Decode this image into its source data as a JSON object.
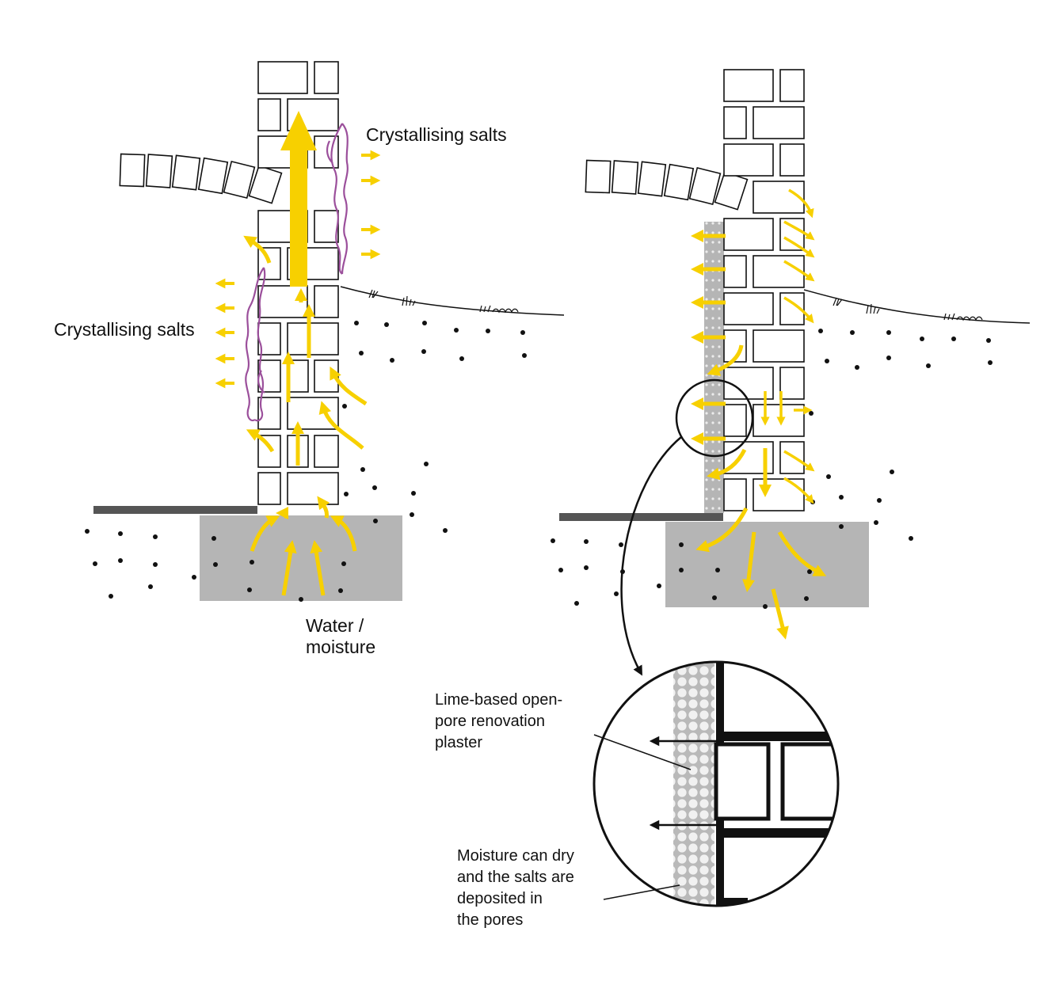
{
  "labels": {
    "salts_right": "Crystallising salts",
    "salts_left": "Crystallising salts",
    "water": "Water /\nmoisture",
    "plaster": "Lime-based open-\npore renovation\nplaster",
    "deposit": "Moisture can dry\nand the salts are\ndeposited in\nthe pores"
  },
  "colors": {
    "moisture_arrow": "#f7d000",
    "salt_line": "#9b4f9b",
    "foundation": "#b5b5b5",
    "damp_course": "#555555",
    "plaster": "#c2c2c2",
    "outline": "#111111"
  }
}
